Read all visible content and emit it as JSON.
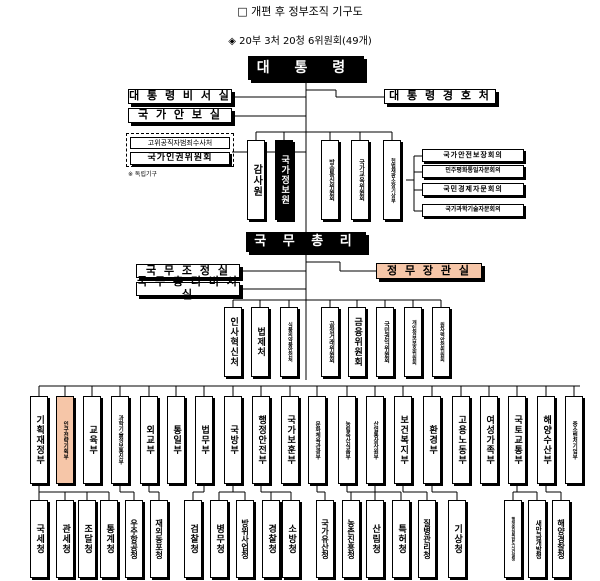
{
  "title": "□ 개편 후 정부조직 기구도",
  "subtitle": "◈ 20부 3처 20청 6위원회(49개)",
  "president": "대 통 령",
  "president_level": {
    "left": [
      "대 통 령 비 서 실",
      "국 가 안 보 실"
    ],
    "right": "대 통 령 경 호 처",
    "dashed_group": [
      "고위공직자범죄수사처",
      "국가인권위원회"
    ],
    "note": "※ 독립기구",
    "vertical": [
      "감사원",
      "국가정보원",
      "방송통신위원회",
      "국가교육위원회",
      "헌법재판소장기상부"
    ],
    "councils": [
      "국가안전보장회의",
      "민주평화통일자문회의",
      "국민경제자문회의",
      "국가과학기술자문회의"
    ]
  },
  "prime_minister": "국 무 총 리",
  "pm_level": {
    "left": [
      "국 무 조 정 실",
      "국 무 총 리 비 서 실"
    ],
    "right": "정 무 장 관 실",
    "vertical": [
      "인사혁신처",
      "법제처",
      "식품의약품안전처",
      "공정거래위원회",
      "금융위원회",
      "국민권익위원회",
      "개인정보보호위원회",
      "원자력안전위원회"
    ]
  },
  "ministries": [
    "기획재정부",
    "인구전략기획부",
    "교육부",
    "과학기술정보통신부",
    "외교부",
    "통일부",
    "법무부",
    "국방부",
    "행정안전부",
    "국가보훈부",
    "문화체육관광부",
    "농림축산식품부",
    "산업통상자원부",
    "보건복지부",
    "환경부",
    "고용노동부",
    "여성가족부",
    "국토교통부",
    "해양수산부",
    "중소벤처기업부"
  ],
  "agencies": [
    "국세청",
    "관세청",
    "조달청",
    "통계청",
    "우주항공청",
    "재외동포청",
    "검찰청",
    "병무청",
    "방위사업청",
    "경찰청",
    "소방청",
    "국가유산청",
    "농촌진흥청",
    "산림청",
    "특허청",
    "질병관리청",
    "기상청",
    "행정중심복합도시건설청",
    "새만금개발청",
    "해양경찰청"
  ],
  "colors": {
    "dark": "#000000",
    "highlight": "#f6c6a8",
    "line": "#000000"
  }
}
